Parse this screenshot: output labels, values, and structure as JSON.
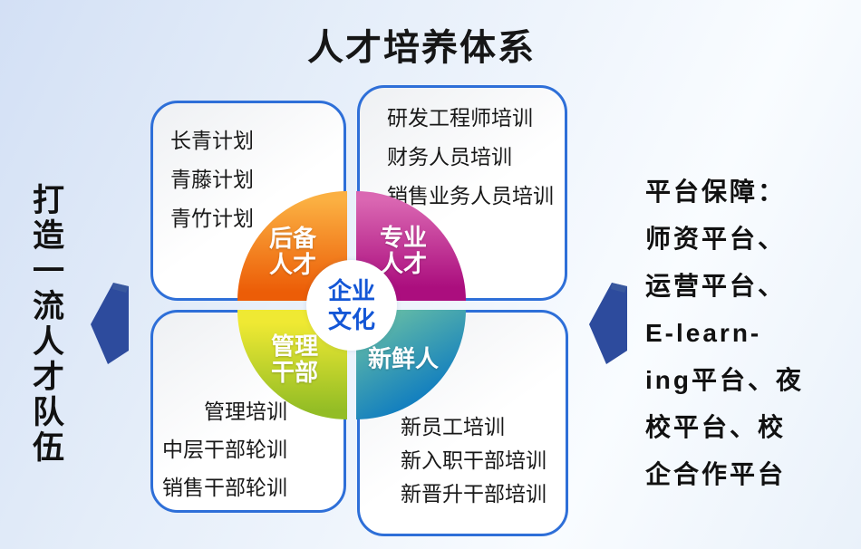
{
  "title": "人才培养体系",
  "left_slogan": "打造一流人才队伍",
  "boxes": {
    "top_left": {
      "items": [
        "长青计划",
        "青藤计划",
        "青竹计划"
      ]
    },
    "top_right": {
      "items": [
        "研发工程师培训",
        "财务人员培训",
        "销售业务人员培训"
      ]
    },
    "bottom_left": {
      "items": [
        "管理培训",
        "中层干部轮训",
        "销售干部轮训"
      ]
    },
    "bottom_right": {
      "items": [
        "新员工培训",
        "新入职干部培训",
        "新晋升干部培训"
      ]
    }
  },
  "quadrants": {
    "reserve": {
      "line1": "后备",
      "line2": "人才",
      "color_from": "#fbb042",
      "color_to": "#ec5d07"
    },
    "professional": {
      "line1": "专业",
      "line2": "人才",
      "color_from": "#da67b2",
      "color_to": "#ab0e7e"
    },
    "management": {
      "line1": "管理",
      "line2": "干部",
      "color_from": "#efe933",
      "color_to": "#93bd25"
    },
    "newcomer": {
      "line1": "新鲜人",
      "line2": "",
      "color_from": "#6ec3a3",
      "color_to": "#0c7ac1"
    }
  },
  "center": {
    "line1": "企业",
    "line2": "文化",
    "text_color": "#1356d6"
  },
  "right_panel": {
    "lines": [
      "平台保障：",
      "师资平台、",
      "运营平台、",
      "E-learn-",
      "ing平台、夜",
      "校平台、校",
      "企合作平台"
    ]
  },
  "colors": {
    "card_border": "#2e6fd8",
    "arrow": "#2d4b9d",
    "title_text": "#161616",
    "background_from": "#d3e0f5",
    "background_to": "#f9fcff"
  }
}
